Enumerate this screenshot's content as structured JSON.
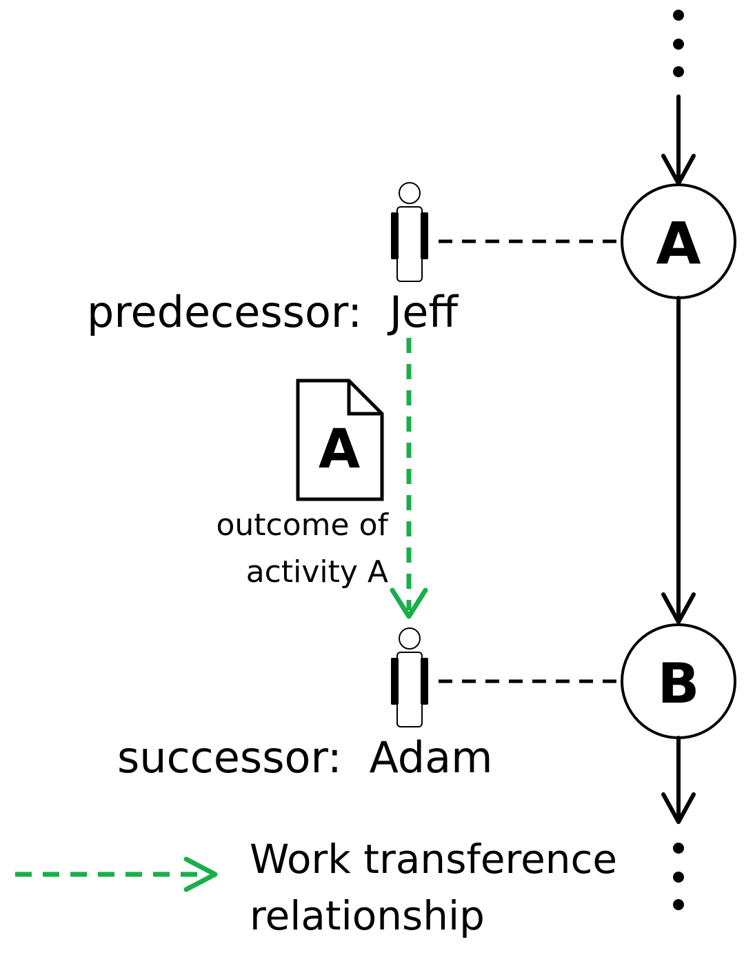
{
  "activities": [
    {
      "id": "A",
      "label": "A"
    },
    {
      "id": "B",
      "label": "B"
    }
  ],
  "predecessor": {
    "role": "predecessor:",
    "name": "Jeff"
  },
  "successor": {
    "role": "successor:",
    "name": "Adam"
  },
  "document": {
    "letter": "A",
    "caption_line1": "outcome of",
    "caption_line2": "activity A"
  },
  "legend": {
    "line1": "Work transference",
    "line2": "relationship"
  },
  "colors": {
    "transfer_arrow": "#1aae4a",
    "stroke": "#000000"
  }
}
